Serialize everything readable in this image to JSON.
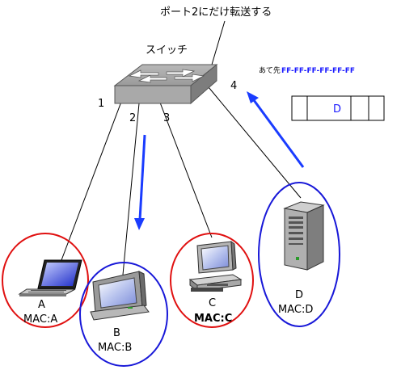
{
  "top_note": "ポート2にだけ転送する",
  "switch": {
    "label": "スイッチ",
    "label_color": "#1010d0"
  },
  "ports": [
    "1",
    "2",
    "3",
    "4"
  ],
  "frame": {
    "dest_prefix": "あて先",
    "dest_mac": "FF-FF-FF-FF-FF-FF",
    "dest_mac_color": "#1a1aff",
    "source_field": "D",
    "source_field_color": "#1a1aff"
  },
  "hosts": [
    {
      "id": "A",
      "name": "A",
      "mac": "MAC:A",
      "type": "laptop",
      "circle_color": "#e01010"
    },
    {
      "id": "B",
      "name": "B",
      "mac": "MAC:B",
      "type": "crt-desktop",
      "circle_color": "#1818d8"
    },
    {
      "id": "C",
      "name": "C",
      "mac": "MAC:C",
      "type": "desktop",
      "circle_color": "#e01010"
    },
    {
      "id": "D",
      "name": "D",
      "mac": "MAC:D",
      "type": "server",
      "circle_color": "#1818d8"
    }
  ],
  "colors": {
    "arrow": "#1a3cff",
    "line": "#000000"
  }
}
